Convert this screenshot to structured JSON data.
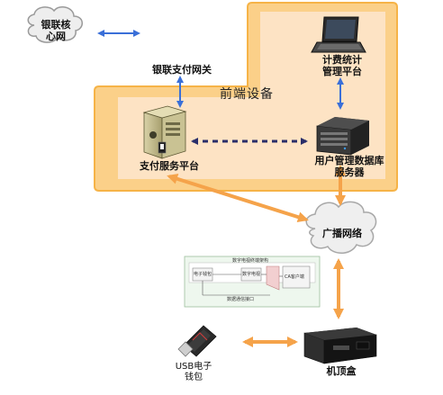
{
  "labels": {
    "unionpay_core": [
      "银联核",
      "心网"
    ],
    "unionpay_gateway": "银联支付网关",
    "stats_platform": [
      "计费统计",
      "管理平台"
    ],
    "frontend_equipment": "前端设备",
    "payment_platform": "支付服务平台",
    "user_db_server": [
      "用户管理数据库",
      "服务器"
    ],
    "broadcast_network": "广播网络",
    "usb_key": [
      "USB电子",
      "钱包"
    ],
    "set_top_box": "机顶盒"
  },
  "module_diagram": {
    "title": "数字电视终端架构",
    "blocks": [
      "电子钱包",
      "数字电视",
      "CA客户端"
    ],
    "interface_label": "数据通信接口"
  },
  "colors": {
    "frame_fill": "#fbd089",
    "frame_border": "#f6b347",
    "inner_fill": "#fde3c4",
    "arrow_orange": "#f5a34a",
    "arrow_blue": "#3a6fd8",
    "dashed_navy": "#2a2e6a"
  }
}
